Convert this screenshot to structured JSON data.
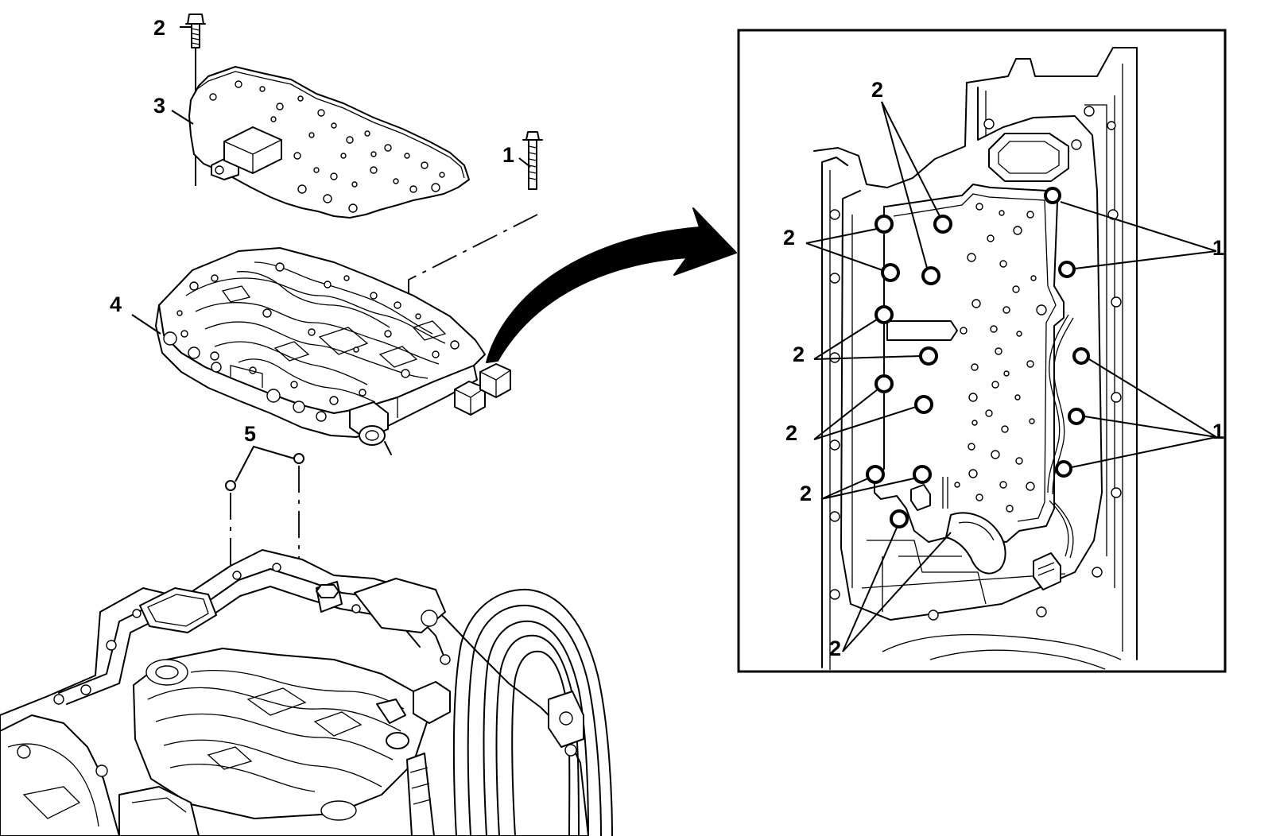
{
  "callouts": {
    "left": {
      "bolt_1": "1",
      "bolt_2": "2",
      "spacer_plate": "3",
      "control_valve_body": "4",
      "check_balls": "5"
    },
    "detail": {
      "bolts_2_top": "2",
      "bolts_2_upper_left": "2",
      "bolts_2_mid_left": "2",
      "bolts_2_lower_left": "2",
      "bolts_2_bottom_left": "2",
      "bolts_2_bottom": "2",
      "bolts_1_upper_right": "1",
      "bolts_1_lower_right": "1"
    }
  },
  "colors": {
    "line": "#000000",
    "background": "#ffffff"
  },
  "icons": {
    "transfer_arrow": "curved-arrow-icon"
  }
}
